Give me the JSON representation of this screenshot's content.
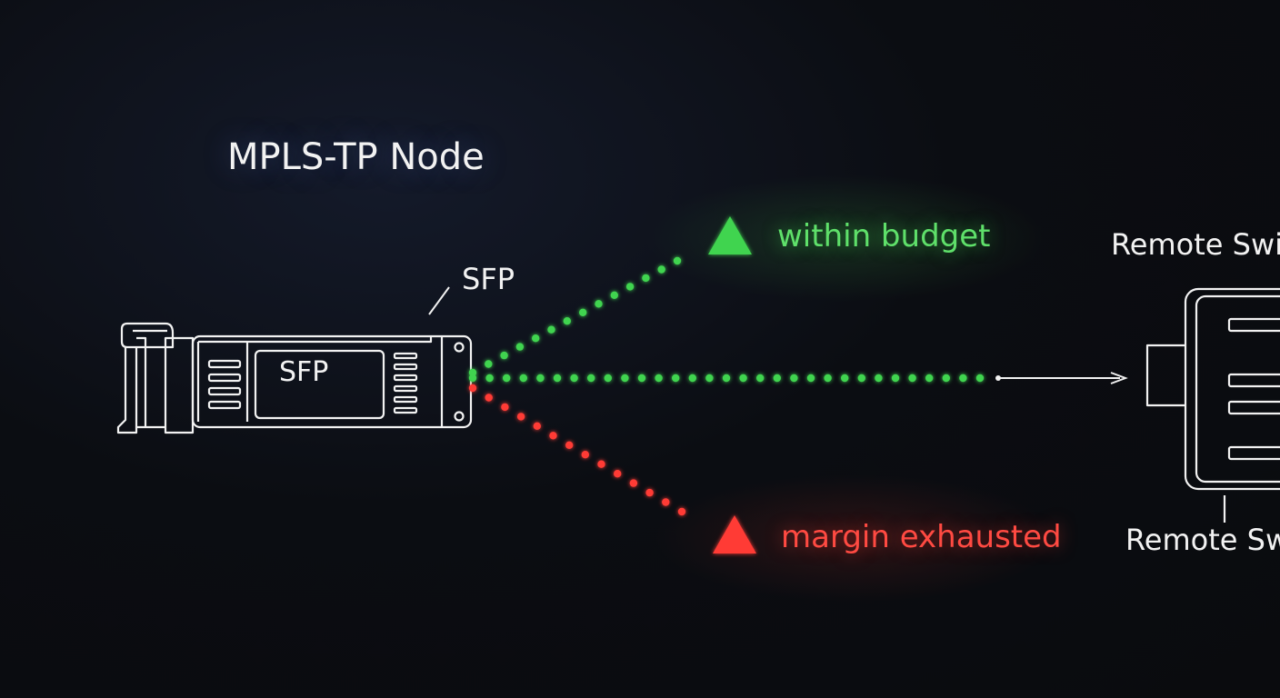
{
  "node": {
    "title": "MPLS-TP Node"
  },
  "sfp": {
    "callout_label": "SFP",
    "module_label": "SFP"
  },
  "paths": {
    "good_label": "within budget",
    "bad_label": "margin exhausted",
    "good_color": "#3fd44f",
    "bad_color": "#ff3b36"
  },
  "remote": {
    "top_label": "Remote Swit",
    "bottom_label": "Remote Sw"
  },
  "icons": [
    "warning-triangle-icon",
    "arrow-right-icon"
  ]
}
